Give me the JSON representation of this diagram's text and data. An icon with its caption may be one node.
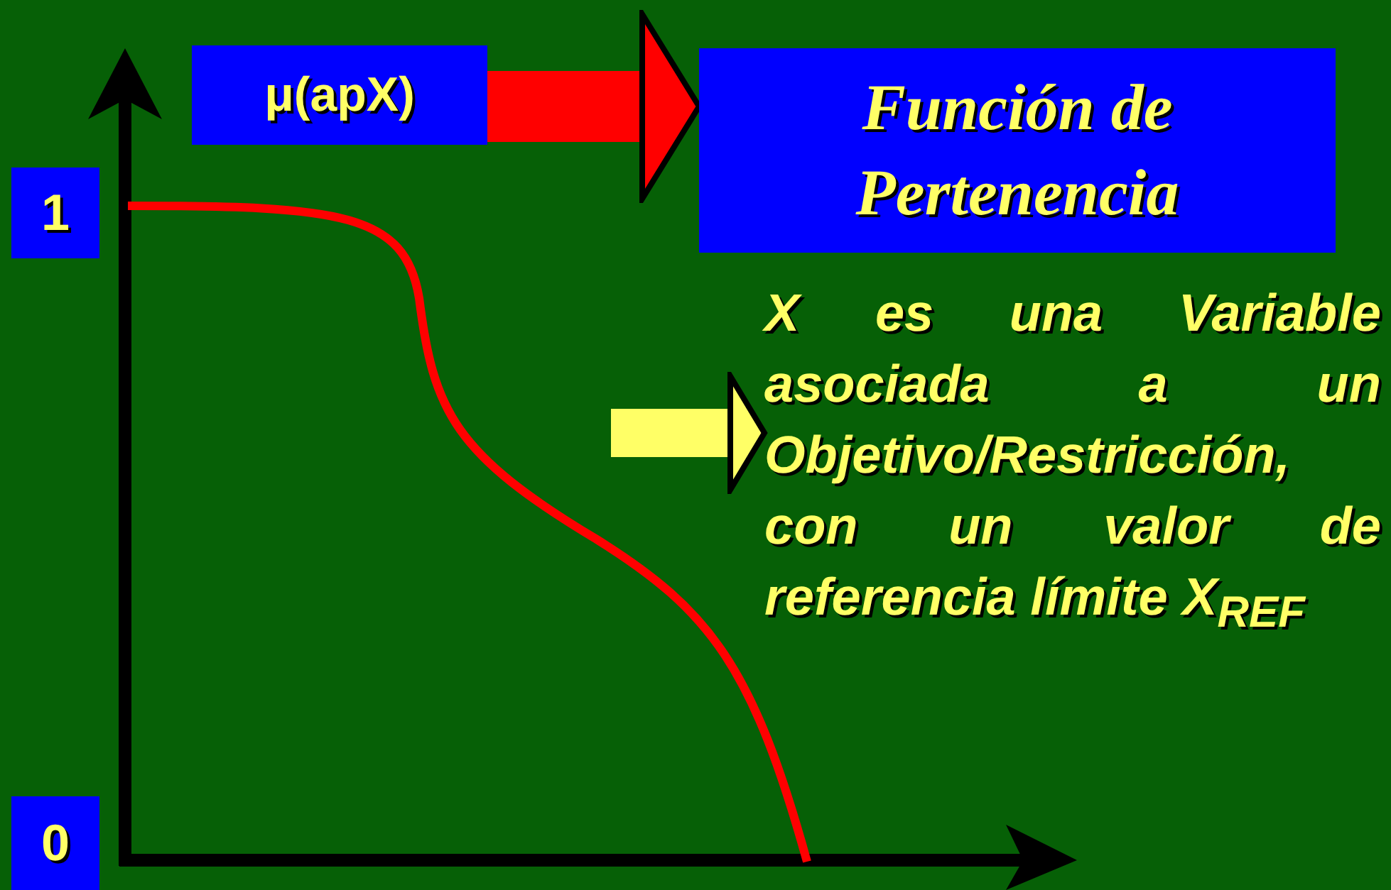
{
  "diagram": {
    "nodes": [
      {
        "text": [
          "μ(apX)"
        ]
      },
      {
        "text": [
          "Función de Pertenencia"
        ]
      },
      {
        "text": [
          "X es una Variable asociada a un Objetivo/Restricción, con un valor de referencia límite X$_{REF}$"
        ]
      },
      {
        "text": [
          "1"
        ]
      },
      {
        "text": [
          "0"
        ]
      }
    ],
    "edges": [
      {
        "from": 0,
        "to": 1,
        "arrow": "to",
        "color": "#ff0000"
      },
      {
        "from": null,
        "to": 2,
        "arrow": "to",
        "color": "#ffff66"
      }
    ]
  }
}
